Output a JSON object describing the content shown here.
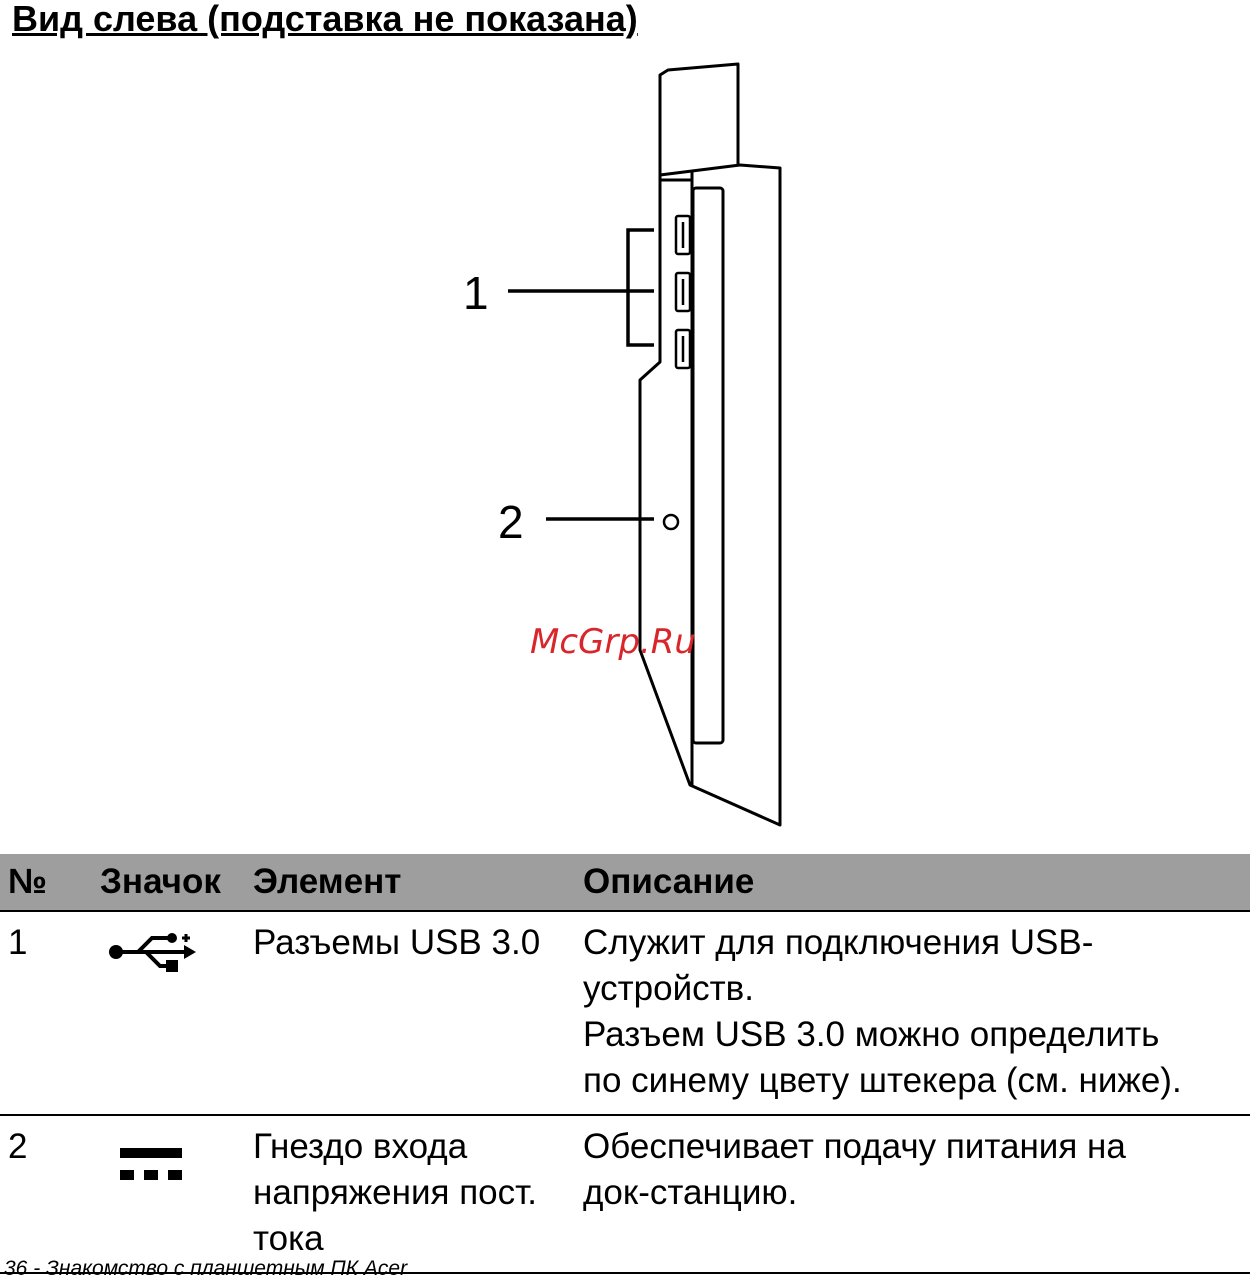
{
  "title": "Вид слева (подставка не показана)",
  "callouts": [
    "1",
    "2"
  ],
  "watermark": "McGrp.Ru",
  "table": {
    "headers": [
      "№",
      "Значок",
      "Элемент",
      "Описание"
    ],
    "rows": [
      {
        "no": "1",
        "icon": "usb-icon",
        "element": "Разъемы USB 3.0",
        "description": [
          "Служит для подключения USB-",
          "устройств.",
          "Разъем USB 3.0 можно определить",
          "по синему цвету штекера (см. ниже)."
        ]
      },
      {
        "no": "2",
        "icon": "dc-power-icon",
        "element": "Гнездо входа напряжения пост. тока",
        "description": [
          "Обеспечивает подачу питания на",
          "док-станцию."
        ]
      }
    ]
  },
  "footer": "36 - Знакомство с планшетным ПК Acer",
  "colors": {
    "header_bg": "#9e9e9e",
    "watermark": "#d9262c"
  }
}
